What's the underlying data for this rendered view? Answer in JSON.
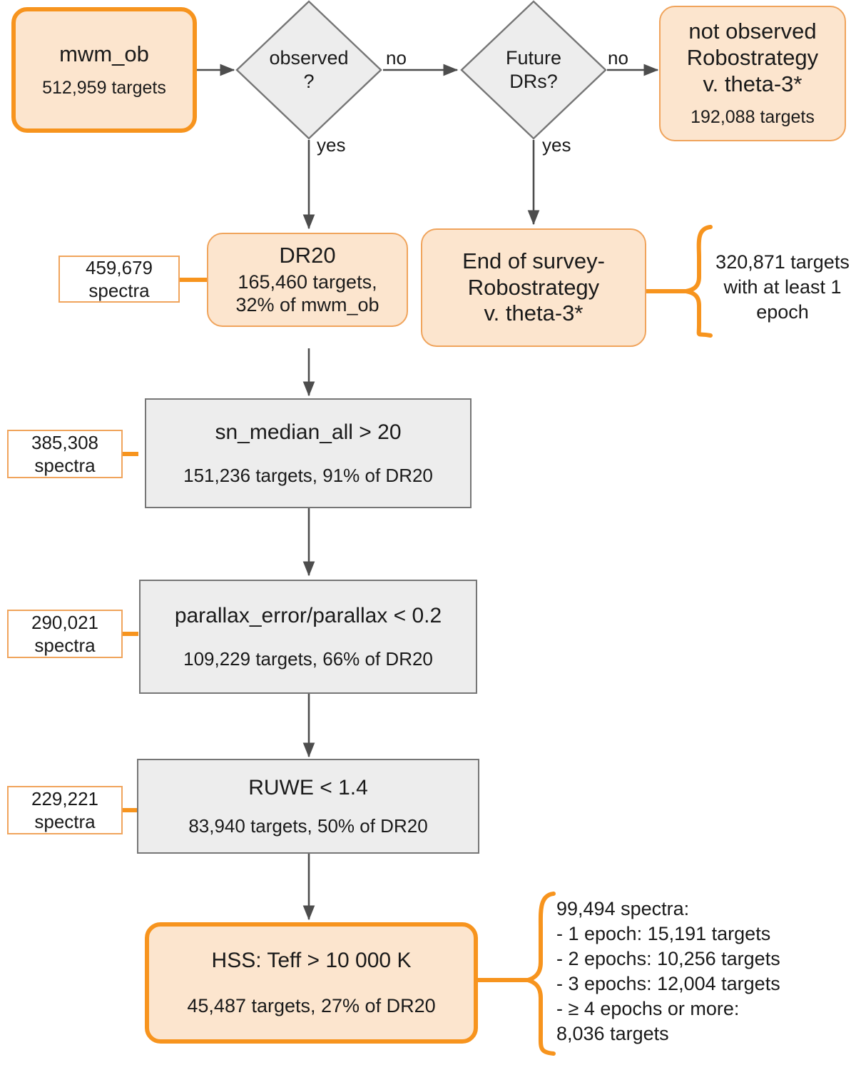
{
  "diagram": {
    "type": "flowchart",
    "palette": {
      "orange_strong": "#f7941e",
      "orange_light": "#f0a45c",
      "peach_fill": "#fce5ce",
      "gray_fill": "#ededed",
      "gray_border": "#767676",
      "arrow": "#4d4d4d",
      "text": "#1a1a1a",
      "white": "#ffffff"
    },
    "nodes": {
      "mwm_ob": {
        "title": "mwm_ob",
        "sub": "512,959 targets"
      },
      "observed_decision": {
        "label": "observed\n?"
      },
      "future_drs_decision": {
        "label": "Future\nDRs?"
      },
      "not_observed": {
        "title": "not observed\nRobostrategy\nv. theta-3*",
        "sub": "192,088 targets"
      },
      "dr20": {
        "title": "DR20",
        "sub": "165,460 targets,\n32% of mwm_ob"
      },
      "end_of_survey": {
        "title": "End of survey-\nRobostrategy\nv. theta-3*",
        "sub": ""
      },
      "sn_median": {
        "title": "sn_median_all > 20",
        "sub": "151,236 targets, 91% of DR20"
      },
      "parallax": {
        "title": "parallax_error/parallax < 0.2",
        "sub": "109,229 targets, 66% of DR20"
      },
      "ruwe": {
        "title": "RUWE < 1.4",
        "sub": "83,940 targets, 50% of DR20"
      },
      "hss": {
        "title": "HSS: Teff > 10 000 K",
        "sub": "45,487  targets, 27% of DR20"
      }
    },
    "edge_labels": {
      "observed_no": "no",
      "observed_yes": "yes",
      "future_no": "no",
      "future_yes": "yes"
    },
    "spectra_callouts": {
      "dr20": "459,679\nspectra",
      "sn_median": "385,308\nspectra",
      "parallax": "290,021\nspectra",
      "ruwe": "229,221\nspectra"
    },
    "brace_annotations": {
      "epoch_survey": "320,871 targets\nwith at least 1\nepoch",
      "hss_epochs": "99,494 spectra:\n-  1 epoch: 15,191 targets\n-  2 epochs: 10,256  targets\n-  3 epochs: 12,004 targets\n-  ≥ 4 epochs or more:\n8,036  targets"
    }
  }
}
